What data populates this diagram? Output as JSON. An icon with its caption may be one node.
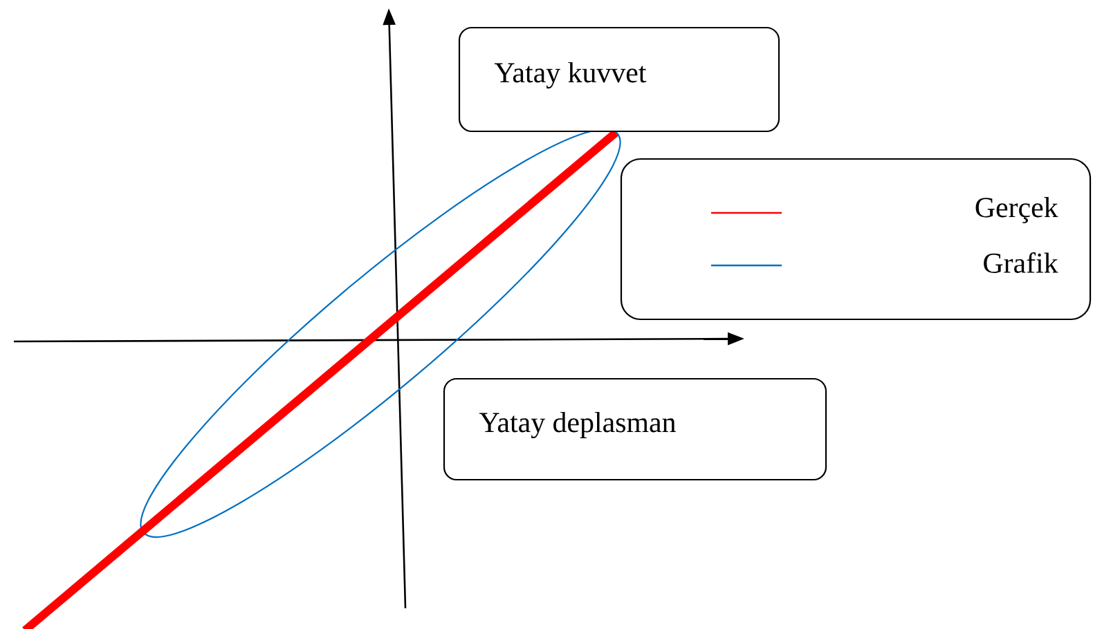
{
  "diagram": {
    "nodes": [
      {
        "text": [
          "Yatay kuvvet"
        ]
      },
      {
        "text": [
          "Yatay deplasman"
        ]
      }
    ],
    "edges": [],
    "legend": [
      {
        "text": "Gerçek"
      },
      {
        "text": "Grafik"
      }
    ]
  }
}
